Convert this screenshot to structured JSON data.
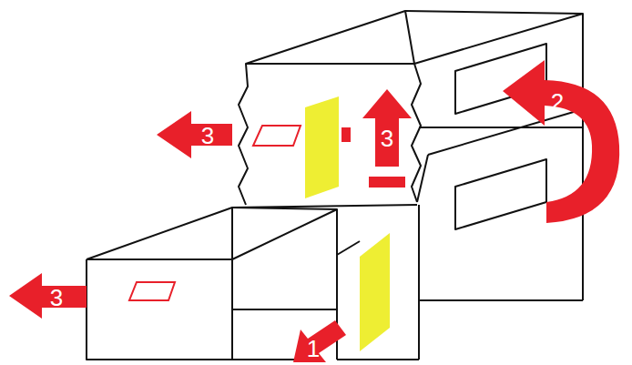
{
  "diagram": {
    "labels": [
      "3",
      "3",
      "2",
      "3",
      "1"
    ]
  }
}
